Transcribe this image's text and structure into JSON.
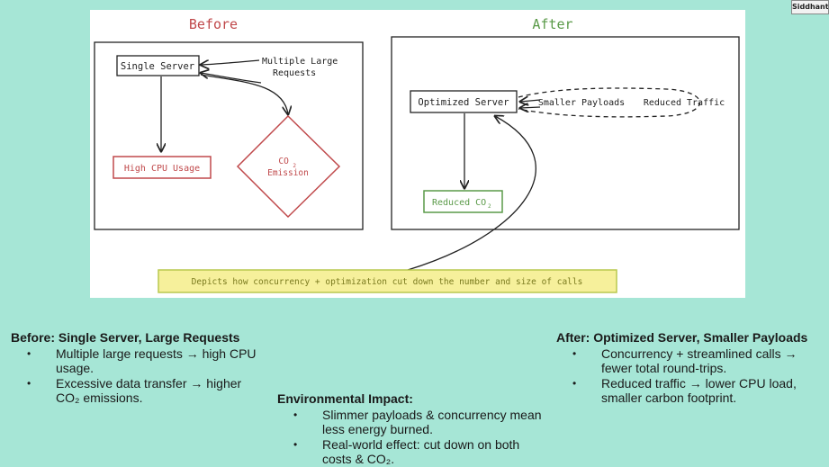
{
  "presenter": "Siddhant",
  "diagram": {
    "before_title": "Before",
    "after_title": "After",
    "single_server": "Single Server",
    "multiple_large_requests": [
      "Multiple Large",
      "Requests"
    ],
    "high_cpu": "High CPU Usage",
    "co2_emission": [
      "CO",
      "Emission"
    ],
    "optimized_server": "Optimized Server",
    "smaller_payloads": "Smaller Payloads",
    "reduced_traffic": "Reduced Traffic",
    "reduced_co2": "Reduced CO",
    "caption": "Depicts how concurrency + optimization cut down the number and size of calls",
    "colors": {
      "before": "#c0494b",
      "after": "#5a9a48",
      "caption_bg": "#f6f09b",
      "caption_border": "#b9c94e"
    }
  },
  "before": {
    "heading": "Before: Single Server, Large Requests",
    "bullets": [
      [
        "Multiple large requests → high CPU",
        "usage."
      ],
      [
        "Excessive data transfer → higher",
        "CO₂ emissions."
      ]
    ]
  },
  "impact": {
    "heading": "Environmental Impact:",
    "bullets": [
      [
        "Slimmer payloads & concurrency mean",
        "less energy burned."
      ],
      [
        "Real-world effect: cut down on both",
        "costs & CO₂."
      ]
    ]
  },
  "after": {
    "heading": "After: Optimized Server, Smaller Payloads",
    "bullets": [
      [
        "Concurrency + streamlined calls →",
        "fewer total round-trips."
      ],
      [
        "Reduced traffic → lower CPU load,",
        "smaller carbon footprint."
      ]
    ]
  }
}
